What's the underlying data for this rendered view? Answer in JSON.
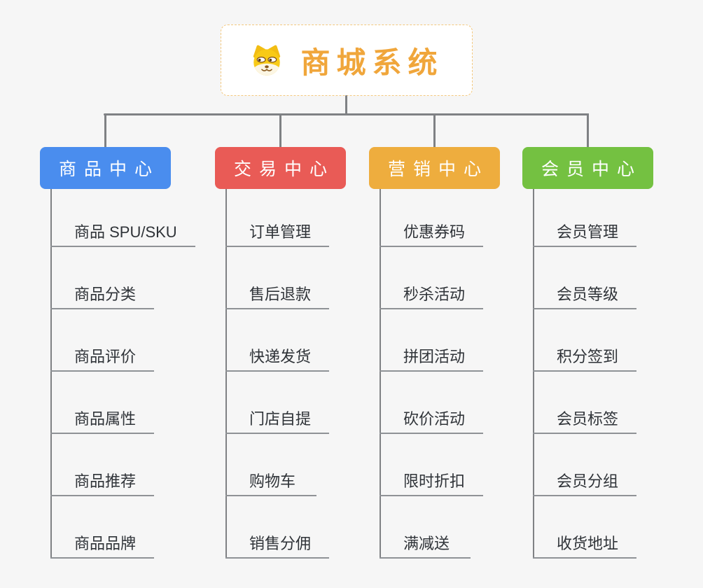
{
  "root": {
    "title": "商城系统",
    "icon": "dog-icon"
  },
  "colors": {
    "background": "#f6f6f6",
    "root_text": "#f0a63b",
    "root_border": "#f3c87e",
    "connector": "#7f8184",
    "underline": "#8f9296",
    "leaf_text": "#2f3338",
    "branch_text": "#ffffff"
  },
  "branches": [
    {
      "label": "商品中心",
      "color": "#4a8dee",
      "items": [
        "商品 SPU/SKU",
        "商品分类",
        "商品评价",
        "商品属性",
        "商品推荐",
        "商品品牌"
      ]
    },
    {
      "label": "交易中心",
      "color": "#e95b56",
      "items": [
        "订单管理",
        "售后退款",
        "快递发货",
        "门店自提",
        "购物车",
        "销售分佣"
      ]
    },
    {
      "label": "营销中心",
      "color": "#eead3e",
      "items": [
        "优惠券码",
        "秒杀活动",
        "拼团活动",
        "砍价活动",
        "限时折扣",
        "满减送"
      ]
    },
    {
      "label": "会员中心",
      "color": "#74c141",
      "items": [
        "会员管理",
        "会员等级",
        "积分签到",
        "会员标签",
        "会员分组",
        "收货地址"
      ]
    }
  ]
}
